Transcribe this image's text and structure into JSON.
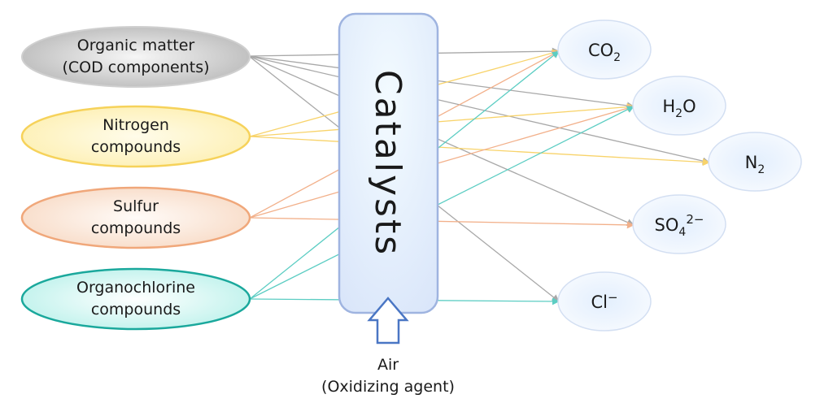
{
  "catalyst": {
    "label": "Catalysts"
  },
  "air": {
    "line1": "Air",
    "line2": "(Oxidizing agent)",
    "icon": "arrow-up-icon"
  },
  "sources": [
    {
      "id": "organic",
      "line1": "Organic matter",
      "line2": "(COD components)",
      "stroke": "#c8c8c8",
      "fill_center": "#f4f4f4",
      "fill_edge": "#bdbdbd",
      "line_color": "#a8a8a8",
      "targets": [
        "co2",
        "h2o",
        "n2",
        "so4",
        "cl"
      ]
    },
    {
      "id": "nitrogen",
      "line1": "Nitrogen",
      "line2": "compounds",
      "stroke": "#f6d25a",
      "fill_center": "#fffbe6",
      "fill_edge": "#fdf0b8",
      "line_color": "#f8d36a",
      "targets": [
        "co2",
        "h2o",
        "n2"
      ]
    },
    {
      "id": "sulfur",
      "line1": "Sulfur",
      "line2": "compounds",
      "stroke": "#f0a77a",
      "fill_center": "#fffaf6",
      "fill_edge": "#f9e0cf",
      "line_color": "#f2b08a",
      "targets": [
        "co2",
        "h2o",
        "so4"
      ]
    },
    {
      "id": "organochlorine",
      "line1": "Organochlorine",
      "line2": "compounds",
      "stroke": "#1aa89c",
      "fill_center": "#ffffff",
      "fill_edge": "#c8f4f0",
      "line_color": "#5ccdc3",
      "targets": [
        "co2",
        "h2o",
        "cl"
      ]
    }
  ],
  "products": [
    {
      "id": "co2",
      "base": "CO",
      "sub": "2",
      "sup": ""
    },
    {
      "id": "h2o",
      "base": "H",
      "sub": "2",
      "tail": "O",
      "sup": ""
    },
    {
      "id": "n2",
      "base": "N",
      "sub": "2",
      "sup": ""
    },
    {
      "id": "so4",
      "base": "SO",
      "sub": "4",
      "sup": "2−"
    },
    {
      "id": "cl",
      "base": "Cl",
      "sub": "",
      "sup": "−"
    }
  ],
  "colors": {
    "catalyst_stroke": "#9fb4e0",
    "catalyst_fill_top": "#e4f3ff",
    "catalyst_fill_bottom": "#dfe9fb",
    "product_stroke": "#d3dff2",
    "product_fill": "#e8f2fd",
    "air_arrow": "#4a76c4"
  }
}
